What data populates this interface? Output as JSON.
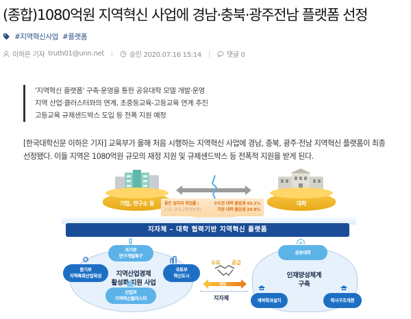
{
  "article": {
    "headline": "(종합)1080억원 지역혁신 사업에 경남·충북·광주전남 플랫폼 선정",
    "tags": [
      "#지역혁신사업",
      "#플랫폼"
    ],
    "meta": {
      "author": "이하은 기자",
      "email": "truth01@unn.net",
      "approved": "승인 2020.07.16 15:14",
      "comments": "댓글 0"
    },
    "summary": [
      "'지역혁신 플랫폼' 구축·운영을 통한 공유대학 모델 개발·운영",
      "지역 산업·클러스터와의 연계, 초중등교육-고등교육 연계 추진",
      "고등교육 규제샌드박스 도입 등 전폭 지원 예정"
    ],
    "body": "[한국대학신문 이하은 기자] 교육부가 올해 처음 시행하는 지역혁신 사업에 경남, 충북, 광주·전남 지역혁신 플랫폼이 최종 선정됐다. 이들 지역은 1080억원 규모의 재정 지원 및 규제샌드박스 등 전폭적 지원을 받게 된다."
  },
  "infographic": {
    "left_pedestal": "기업, 연구소 등",
    "right_pedestal": "대학",
    "callout": {
      "label": "좋은 일자리 취업률 :",
      "source": "('15, 한국고용정보원)",
      "capital": "수도권 대학 졸업생 43.1%",
      "regional": "지방 대학 졸업생 20.9%"
    },
    "banner": "지자체 – 대학 협력기반 지역혁신 플랫폼",
    "left_cluster": {
      "center": [
        "지역산업경제",
        "활성화 지원 사업"
      ],
      "top": [
        "과기부",
        "연구개발특구"
      ],
      "left": [
        "중기부",
        "지역특화산업육성"
      ],
      "right": [
        "국토부",
        "혁신도시"
      ],
      "bottom": [
        "산업부",
        "지역혁신클러스터"
      ]
    },
    "middle": {
      "demand": "수요",
      "supply": "공급",
      "arrow_label": "매칭",
      "gov": "지자체"
    },
    "right_cluster": {
      "center": [
        "인재양성체계",
        "구축"
      ],
      "top": "공유대학",
      "left": "계약학과설치",
      "right": "학사구조개편"
    },
    "colors": {
      "navy": "#1a4d97",
      "pill_light": "#5cb3e8",
      "pill_dark": "#1d6fc4",
      "gold": "#f2bb2e",
      "orange": "#e98a1e"
    }
  }
}
